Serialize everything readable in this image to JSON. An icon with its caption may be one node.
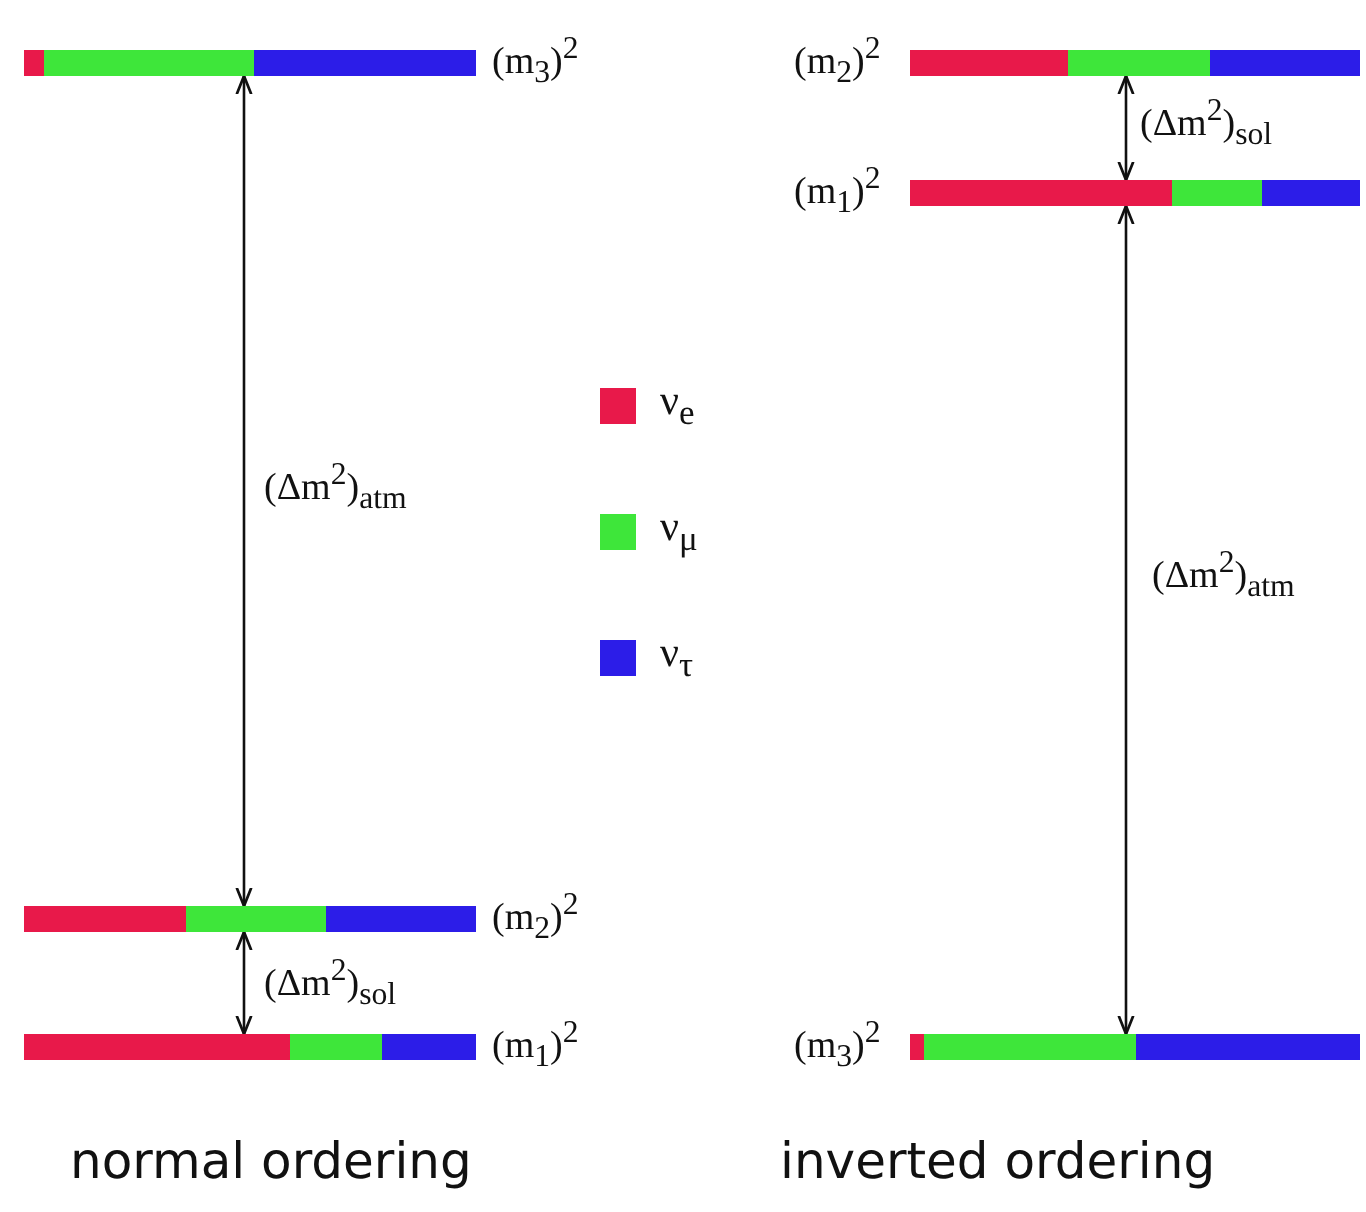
{
  "diagram": {
    "nodes": [
      {
        "text": [],
        "shape": "bar",
        "beside": [
          "(m$_{3}$)$^{2}$"
        ]
      },
      {
        "text": [],
        "shape": "bar",
        "beside": [
          "(m$_{2}$)$^{2}$"
        ]
      },
      {
        "text": [],
        "shape": "bar",
        "beside": [
          "(m$_{1}$)$^{2}$"
        ]
      },
      {
        "text": [],
        "shape": "bar",
        "beside": [
          "(m$_{2}$)$^{2}$"
        ]
      },
      {
        "text": [],
        "shape": "bar",
        "beside": [
          "(m$_{1}$)$^{2}$"
        ]
      },
      {
        "text": [],
        "shape": "bar",
        "beside": [
          "(m$_{3}$)$^{2}$"
        ]
      }
    ],
    "edges": [
      {
        "from": 0,
        "to": 1,
        "arrow": "both",
        "label": "(Δm$^{2}$)$_{atm}$"
      },
      {
        "from": 1,
        "to": 2,
        "arrow": "both",
        "label": "(Δm$^{2}$)$_{sol}$"
      },
      {
        "from": 3,
        "to": 4,
        "arrow": "both",
        "label": "(Δm$^{2}$)$_{sol}$"
      },
      {
        "from": 4,
        "to": 5,
        "arrow": "both",
        "label": "(Δm$^{2}$)$_{atm}$"
      }
    ],
    "labels": [
      "normal ordering",
      "inverted ordering"
    ],
    "legend": [
      {
        "text": "ν$_{e}$",
        "color": "#e8194a"
      },
      {
        "text": "ν$_{μ}$",
        "color": "#3ee63a"
      },
      {
        "text": "ν$_{τ}$",
        "color": "#2c1de8"
      }
    ]
  }
}
